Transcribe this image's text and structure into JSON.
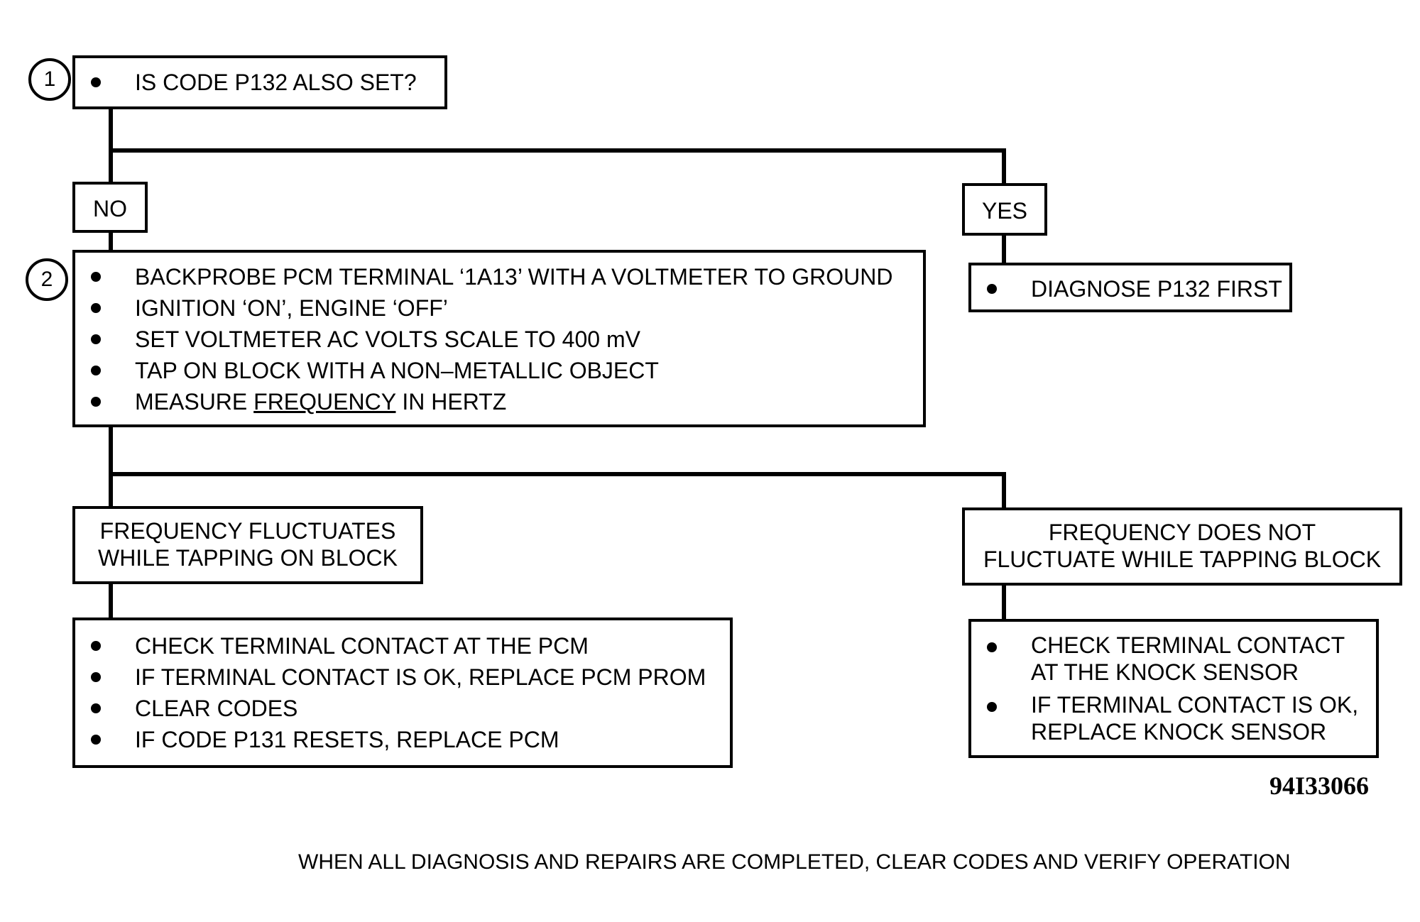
{
  "steps": [
    {
      "number": "1"
    },
    {
      "number": "2"
    }
  ],
  "q1": {
    "text": "IS CODE P132 ALSO SET?"
  },
  "no_label": "NO",
  "yes_label": "YES",
  "yes_action": "DIAGNOSE P132 FIRST",
  "test2": {
    "items": [
      "BACKPROBE PCM TERMINAL ‘1A13’ WITH A VOLTMETER TO GROUND",
      "IGNITION ‘ON’, ENGINE ‘OFF’",
      "SET VOLTMETER AC VOLTS SCALE TO 400 mV",
      "TAP ON BLOCK WITH A NON–METALLIC OBJECT"
    ],
    "last_item": {
      "prefix": "MEASURE",
      "underlined": "FREQUENCY",
      "suffix": "IN HERTZ"
    }
  },
  "left_branch": {
    "label_lines": [
      "FREQUENCY FLUCTUATES",
      "WHILE TAPPING ON BLOCK"
    ],
    "items": [
      "CHECK TERMINAL CONTACT AT THE PCM",
      "IF TERMINAL CONTACT IS OK, REPLACE PCM PROM",
      "CLEAR CODES",
      "IF CODE P131 RESETS, REPLACE PCM"
    ]
  },
  "right_branch": {
    "label_lines": [
      "FREQUENCY DOES NOT",
      "FLUCTUATE WHILE TAPPING BLOCK"
    ],
    "items": [
      [
        "CHECK TERMINAL CONTACT",
        "AT THE KNOCK SENSOR"
      ],
      [
        "IF TERMINAL CONTACT IS OK,",
        "REPLACE KNOCK SENSOR"
      ]
    ]
  },
  "figure_id": "94I33066",
  "footer": "WHEN ALL DIAGNOSIS AND REPAIRS ARE COMPLETED, CLEAR CODES AND VERIFY OPERATION"
}
